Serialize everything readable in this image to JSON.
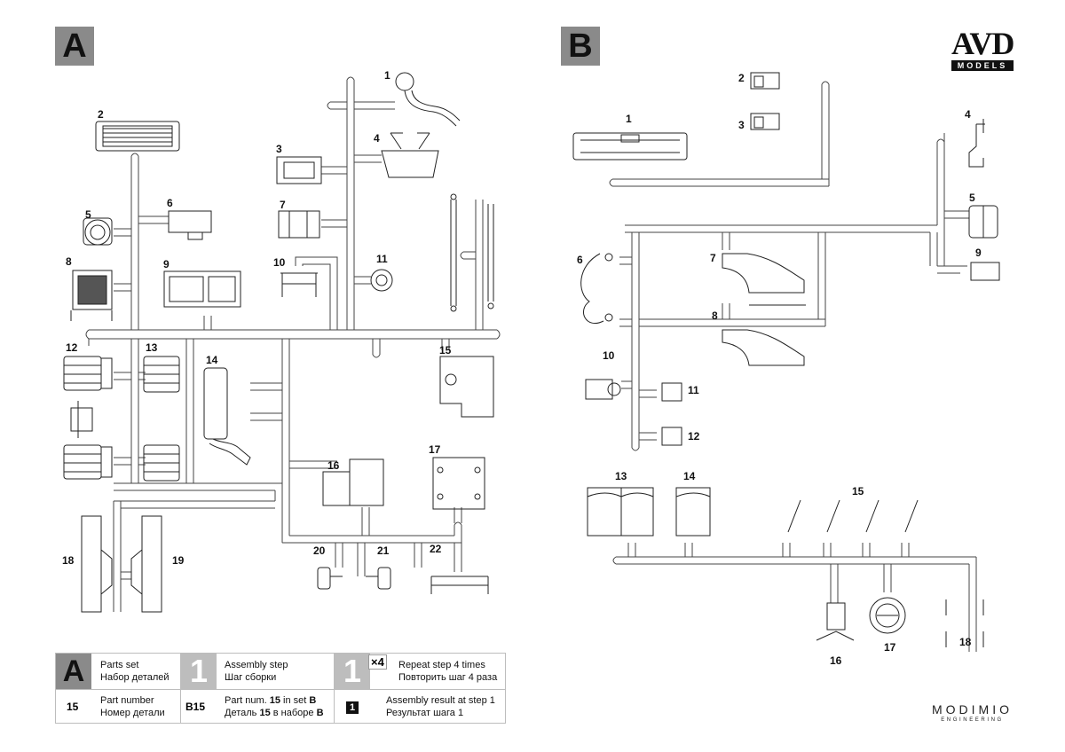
{
  "sets": {
    "a": "A",
    "b": "B"
  },
  "brand": {
    "name": "AVD",
    "sub": "MODELS"
  },
  "footer_brand": {
    "name": "MODIMIO",
    "sub": "ENGINEERING"
  },
  "parts_a": [
    "1",
    "2",
    "3",
    "4",
    "5",
    "6",
    "7",
    "8",
    "9",
    "10",
    "11",
    "12",
    "13",
    "14",
    "15",
    "16",
    "17",
    "18",
    "19",
    "20",
    "21",
    "22"
  ],
  "parts_b": [
    "1",
    "2",
    "3",
    "4",
    "5",
    "6",
    "7",
    "8",
    "9",
    "10",
    "11",
    "12",
    "13",
    "14",
    "15",
    "16",
    "17",
    "18"
  ],
  "legend": {
    "set_letter": "A",
    "set_en": "Parts set",
    "set_ru": "Набор деталей",
    "step_digit": "1",
    "step_en": "Assembly step",
    "step_ru": "Шаг сборки",
    "repeat_digit": "1",
    "repeat_mult": "×4",
    "repeat_en": "Repeat step 4 times",
    "repeat_ru": "Повторить шаг 4 раза",
    "partnum_value": "15",
    "partnum_en": "Part number",
    "partnum_ru": "Номер детали",
    "setpart_value": "B15",
    "setpart_en_a": "Part num. ",
    "setpart_en_b": "15",
    "setpart_en_c": " in set ",
    "setpart_en_d": "B",
    "setpart_ru_a": "Деталь ",
    "setpart_ru_b": "15",
    "setpart_ru_c": " в наборе ",
    "setpart_ru_d": "B",
    "result_digit": "1",
    "result_en": "Assembly result at step 1",
    "result_ru": "Результат шага 1"
  }
}
